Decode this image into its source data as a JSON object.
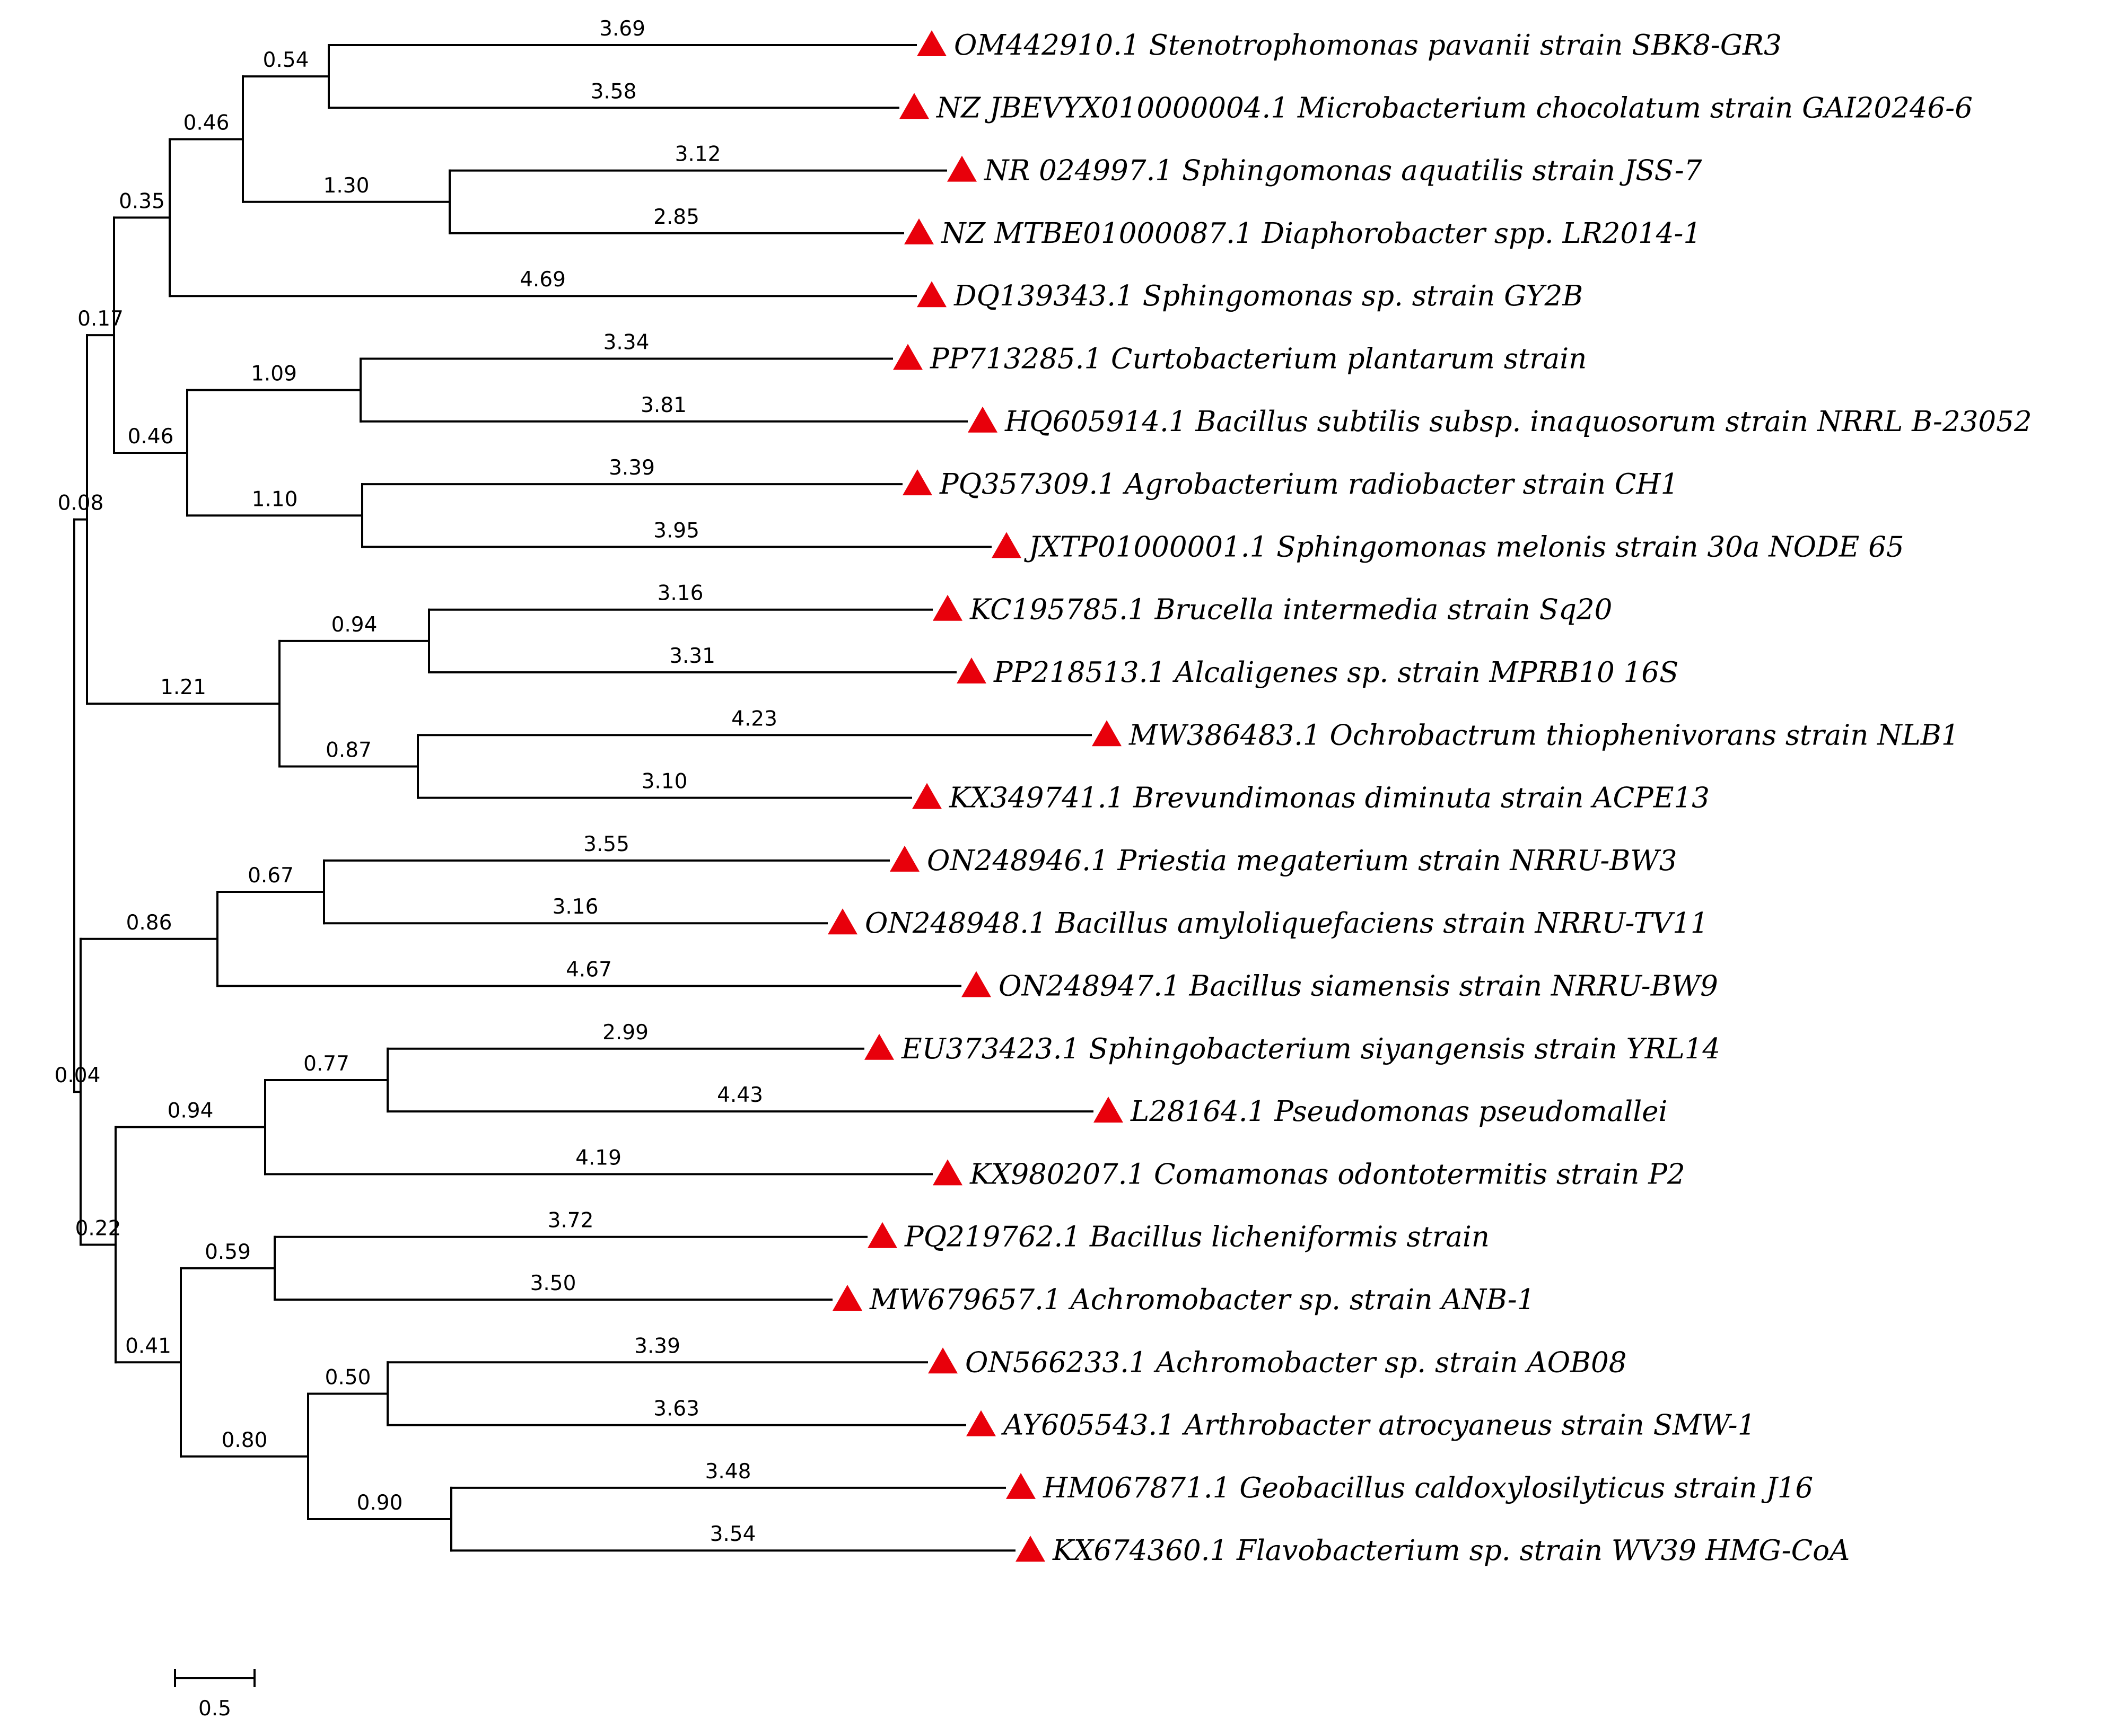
{
  "tree": {
    "name": "root",
    "length": "",
    "children": [
      {
        "name": "n-0.08",
        "length": "0.08",
        "children": [
          {
            "name": "n-0.17",
            "length": "0.17",
            "children": [
              {
                "name": "n-0.35",
                "length": "0.35",
                "children": [
                  {
                    "name": "n-0.46a",
                    "length": "0.46",
                    "children": [
                      {
                        "name": "n-0.54",
                        "length": "0.54",
                        "children": [
                          {
                            "leaf": 0,
                            "length": "3.69"
                          },
                          {
                            "leaf": 1,
                            "length": "3.58"
                          }
                        ]
                      },
                      {
                        "name": "n-1.30",
                        "length": "1.30",
                        "children": [
                          {
                            "leaf": 2,
                            "length": "3.12"
                          },
                          {
                            "leaf": 3,
                            "length": "2.85"
                          }
                        ]
                      }
                    ]
                  },
                  {
                    "leaf": 4,
                    "length": "4.69"
                  }
                ]
              },
              {
                "name": "n-0.46b",
                "length": "0.46",
                "children": [
                  {
                    "name": "n-1.09",
                    "length": "1.09",
                    "children": [
                      {
                        "leaf": 5,
                        "length": "3.34"
                      },
                      {
                        "leaf": 6,
                        "length": "3.81"
                      }
                    ]
                  },
                  {
                    "name": "n-1.10",
                    "length": "1.10",
                    "children": [
                      {
                        "leaf": 7,
                        "length": "3.39"
                      },
                      {
                        "leaf": 8,
                        "length": "3.95"
                      }
                    ]
                  }
                ]
              }
            ]
          },
          {
            "name": "n-1.21",
            "length": "1.21",
            "children": [
              {
                "name": "n-0.94a",
                "length": "0.94",
                "children": [
                  {
                    "leaf": 9,
                    "length": "3.16"
                  },
                  {
                    "leaf": 10,
                    "length": "3.31"
                  }
                ]
              },
              {
                "name": "n-0.87",
                "length": "0.87",
                "children": [
                  {
                    "leaf": 11,
                    "length": "4.23"
                  },
                  {
                    "leaf": 12,
                    "length": "3.10"
                  }
                ]
              }
            ]
          }
        ]
      },
      {
        "name": "n-0.04",
        "length": "0.04",
        "children": [
          {
            "name": "n-0.86",
            "length": "0.86",
            "children": [
              {
                "name": "n-0.67",
                "length": "0.67",
                "children": [
                  {
                    "leaf": 13,
                    "length": "3.55"
                  },
                  {
                    "leaf": 14,
                    "length": "3.16"
                  }
                ]
              },
              {
                "leaf": 15,
                "length": "4.67"
              }
            ]
          },
          {
            "name": "n-0.22",
            "length": "0.22",
            "children": [
              {
                "name": "n-0.94b",
                "length": "0.94",
                "children": [
                  {
                    "name": "n-0.77",
                    "length": "0.77",
                    "children": [
                      {
                        "leaf": 16,
                        "length": "2.99"
                      },
                      {
                        "leaf": 17,
                        "length": "4.43"
                      }
                    ]
                  },
                  {
                    "leaf": 18,
                    "length": "4.19"
                  }
                ]
              },
              {
                "name": "n-0.41",
                "length": "0.41",
                "children": [
                  {
                    "name": "n-0.59",
                    "length": "0.59",
                    "children": [
                      {
                        "leaf": 19,
                        "length": "3.72"
                      },
                      {
                        "leaf": 20,
                        "length": "3.50"
                      }
                    ]
                  },
                  {
                    "name": "n-0.80",
                    "length": "0.80",
                    "children": [
                      {
                        "name": "n-0.50",
                        "length": "0.50",
                        "children": [
                          {
                            "leaf": 21,
                            "length": "3.39"
                          },
                          {
                            "leaf": 22,
                            "length": "3.63"
                          }
                        ]
                      },
                      {
                        "name": "n-0.90",
                        "length": "0.90",
                        "children": [
                          {
                            "leaf": 23,
                            "length": "3.48"
                          },
                          {
                            "leaf": 24,
                            "length": "3.54"
                          }
                        ]
                      }
                    ]
                  }
                ]
              }
            ]
          }
        ]
      }
    ]
  },
  "taxa": [
    "OM442910.1 Stenotrophomonas pavanii strain SBK8-GR3",
    "NZ JBEVYX010000004.1 Microbacterium chocolatum strain GAI20246-6",
    "NR 024997.1 Sphingomonas aquatilis strain JSS-7",
    "NZ MTBE01000087.1 Diaphorobacter spp. LR2014-1",
    "DQ139343.1 Sphingomonas sp. strain GY2B",
    "PP713285.1 Curtobacterium plantarum strain",
    "HQ605914.1 Bacillus subtilis subsp. inaquosorum strain NRRL B-23052",
    "PQ357309.1 Agrobacterium radiobacter strain CH1",
    "JXTP01000001.1 Sphingomonas melonis strain 30a NODE 65",
    "KC195785.1 Brucella intermedia strain Sq20",
    "PP218513.1 Alcaligenes sp. strain MPRB10 16S",
    "MW386483.1 Ochrobactrum thiophenivorans strain NLB1",
    "KX349741.1 Brevundimonas diminuta strain ACPE13",
    "ON248946.1 Priestia megaterium strain NRRU-BW3",
    "ON248948.1 Bacillus amyloliquefaciens strain NRRU-TV11",
    "ON248947.1 Bacillus siamensis strain NRRU-BW9",
    "EU373423.1 Sphingobacterium siyangensis strain YRL14",
    "L28164.1 Pseudomonas pseudomallei",
    "KX980207.1 Comamonas odontotermitis strain P2",
    "PQ219762.1 Bacillus licheniformis strain",
    "MW679657.1 Achromobacter sp. strain ANB-1",
    "ON566233.1 Achromobacter sp. strain AOB08",
    "AY605543.1 Arthrobacter atrocyaneus strain SMW-1",
    "HM067871.1 Geobacillus caldoxylosilyticus strain J16",
    "KX674360.1 Flavobacterium sp. strain WV39 HMG-CoA"
  ],
  "scale_bar": {
    "label": "0.5",
    "length": 0.5
  },
  "colors": {
    "marker": "#e8000b",
    "line": "#000000"
  },
  "marker_icon": "red-triangle-icon"
}
